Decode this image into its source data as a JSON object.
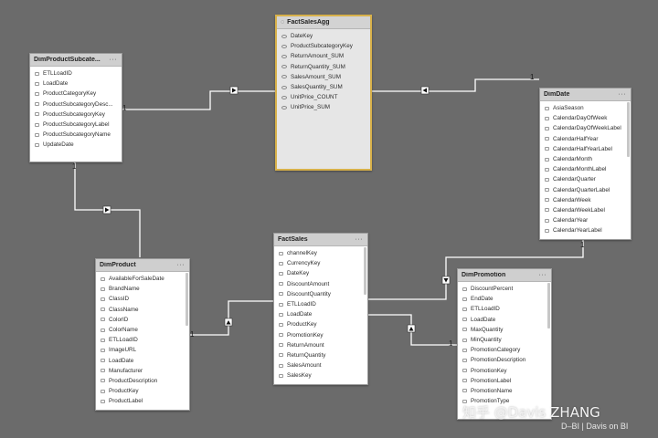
{
  "tables": {
    "fact_sales_agg": {
      "title": "FactSalesAgg",
      "columns": [
        "DateKey",
        "ProductSubcategoryKey",
        "ReturnAmount_SUM",
        "ReturnQuantity_SUM",
        "SalesAmount_SUM",
        "SalesQuantity_SUM",
        "UnitPrice_COUNT",
        "UnitPrice_SUM"
      ]
    },
    "dim_product_subcategory": {
      "title": "DimProductSubcate...",
      "columns": [
        "ETLLoadID",
        "LoadDate",
        "ProductCategoryKey",
        "ProductSubcategoryDesc...",
        "ProductSubcategoryKey",
        "ProductSubcategoryLabel",
        "ProductSubcategoryName",
        "UpdateDate"
      ]
    },
    "dim_date": {
      "title": "DimDate",
      "columns": [
        "AsiaSeason",
        "CalendarDayOfWeek",
        "CalendarDayOfWeekLabel",
        "CalendarHalfYear",
        "CalendarHalfYearLabel",
        "CalendarMonth",
        "CalendarMonthLabel",
        "CalendarQuarter",
        "CalendarQuarterLabel",
        "CalendarWeek",
        "CalendarWeekLabel",
        "CalendarYear",
        "CalendarYearLabel"
      ]
    },
    "fact_sales": {
      "title": "FactSales",
      "columns": [
        "channelKey",
        "CurrencyKey",
        "DateKey",
        "DiscountAmount",
        "DiscountQuantity",
        "ETLLoadID",
        "LoadDate",
        "ProductKey",
        "PromotionKey",
        "ReturnAmount",
        "ReturnQuantity",
        "SalesAmount",
        "SalesKey"
      ]
    },
    "dim_product": {
      "title": "DimProduct",
      "columns": [
        "AvailableForSaleDate",
        "BrandName",
        "ClassID",
        "ClassName",
        "ColorID",
        "ColorName",
        "ETLLoadID",
        "ImageURL",
        "LoadDate",
        "Manufacturer",
        "ProductDescription",
        "ProductKey",
        "ProductLabel"
      ]
    },
    "dim_promotion": {
      "title": "DimPromotion",
      "columns": [
        "DiscountPercent",
        "EndDate",
        "ETLLoadID",
        "LoadDate",
        "MaxQuantity",
        "MinQuantity",
        "PromotionCategory",
        "PromotionDescription",
        "PromotionKey",
        "PromotionLabel",
        "PromotionName",
        "PromotionType"
      ]
    }
  },
  "menu_glyph": "···",
  "cardinality": {
    "one": "1"
  },
  "watermark": {
    "main": "知乎 @Davis ZHANG",
    "sub": "D–BI | Davis on BI"
  },
  "colors": {
    "canvas": "#6b6b6b",
    "line": "#ffffff",
    "selected_border": "#d8b14a"
  }
}
